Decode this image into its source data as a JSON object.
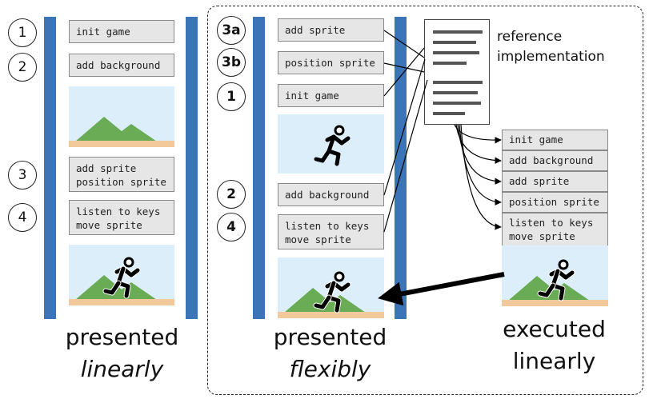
{
  "left_column": {
    "steps": [
      "1",
      "2",
      "3",
      "4"
    ],
    "cells": {
      "init": "init game",
      "background": "add background",
      "sprite": "add sprite\nposition sprite",
      "keys": "listen to keys\nmove sprite"
    },
    "caption_line1": "presented",
    "caption_line2": "linearly"
  },
  "middle_column": {
    "steps": [
      "3a",
      "3b",
      "1",
      "2",
      "4"
    ],
    "cells": {
      "add_sprite": "add sprite",
      "position_sprite": "position sprite",
      "init": "init game",
      "background": "add background",
      "keys": "listen to keys\nmove sprite"
    },
    "caption_line1": "presented",
    "caption_line2": "flexibly"
  },
  "reference": {
    "label": "reference\nimplementation"
  },
  "right_column": {
    "cells": [
      "init game",
      "add background",
      "add sprite",
      "position sprite",
      "listen to keys\nmove sprite"
    ],
    "caption_line1": "executed",
    "caption_line2": "linearly"
  },
  "colors": {
    "bar": "#3b74b7",
    "sky": "#dbeefa",
    "mountain": "#6aac55",
    "ground": "#f2c99a",
    "cell_bg": "#e6e6e6"
  }
}
